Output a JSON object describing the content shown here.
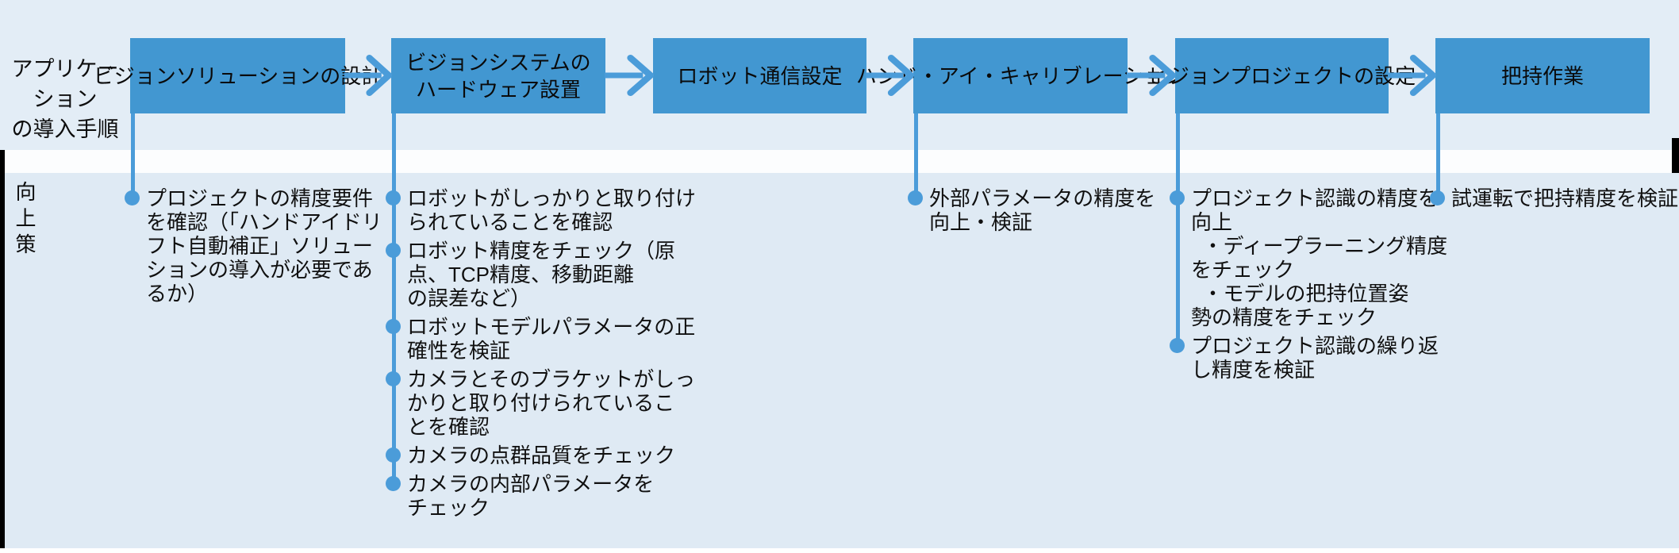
{
  "colors": {
    "bg-top": "#E3EDF6",
    "bg-bottom": "#DFEAF4",
    "band": "#FCFDFE",
    "box-fill": "#4297D1",
    "connector": "#4B9CD9",
    "edge": "#000000",
    "text": "#0D0D0D"
  },
  "headers": {
    "procedure": "アプリケーション\nの導入手順",
    "improvement": "向上策"
  },
  "steps": [
    {
      "label": "ビジョンソリューションの設計",
      "bullets": [
        {
          "text": "プロジェクトの精度要件\nを確認（「ハンドアイドリ\nフト自動補正」ソリュー\nションの導入が必要であ\nるか）"
        }
      ]
    },
    {
      "label": "ビジョンシステムの\nハードウェア設置",
      "bullets": [
        {
          "text": "ロボットがしっかりと取り付け\nられていることを確認"
        },
        {
          "text": "ロボット精度をチェック（原\n点、TCP精度、移動距離\nの誤差など）"
        },
        {
          "text": "ロボットモデルパラメータの正\n確性を検証"
        },
        {
          "text": "カメラとそのブラケットがしっ\nかりと取り付けられているこ\nとを確認"
        },
        {
          "text": "カメラの点群品質をチェック"
        },
        {
          "text": "カメラの内部パラメータを\nチェック"
        }
      ]
    },
    {
      "label": "ロボット通信設定",
      "bullets": []
    },
    {
      "label": "ハンド・アイ・キャリブレーション",
      "bullets": [
        {
          "text": "外部パラメータの精度を\n向上・検証"
        }
      ]
    },
    {
      "label": "ビジョンプロジェクトの設定",
      "bullets": [
        {
          "text": "プロジェクト認識の精度を\n向上\n  ・ディープラーニング精度\nをチェック\n  ・モデルの把持位置姿\n勢の精度をチェック"
        },
        {
          "text": "プロジェクト認識の繰り返\nし精度を検証"
        }
      ]
    },
    {
      "label": "把持作業",
      "bullets": [
        {
          "text": "試運転で把持精度を検証"
        }
      ]
    }
  ]
}
